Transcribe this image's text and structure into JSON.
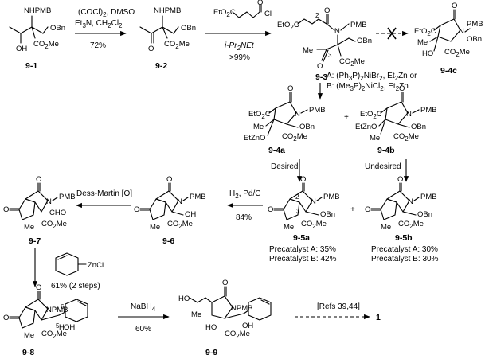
{
  "compounds": {
    "c9_1": "9-1",
    "c9_2": "9-2",
    "c9_3": "9-3",
    "c9_4c": "9-4c",
    "c9_4a": "9-4a",
    "c9_4b": "9-4b",
    "c9_5a": "9-5a",
    "c9_5b": "9-5b",
    "c9_6": "9-6",
    "c9_7": "9-7",
    "c9_8": "9-8",
    "c9_9": "9-9",
    "target": "1"
  },
  "conditions": {
    "swern_1": "(COCl)",
    "swern_1_sub": "2",
    "swern_1_tail": ", DMSO",
    "swern_2": "Et",
    "swern_2_sub": "3",
    "swern_2_tail": "N, CH",
    "swern_2_sub2": "2",
    "swern_2_tail2": "Cl",
    "swern_2_sub3": "2",
    "swern_yield": "72%",
    "acyl_reagent": "EtO",
    "acyl_base": "i-Pr",
    "acyl_base_sub": "2",
    "acyl_base_tail": "NEt",
    "acyl_yield": ">99%",
    "cat_A": "A:  (Ph",
    "cat_A_tail": "P)",
    "cat_A_tail2": "NiBr",
    "cat_A_tail3": ", Et",
    "cat_A_tail4": "Zn or",
    "cat_B": "B:  (Me",
    "cat_B_tail": "P)",
    "cat_B_tail2": "NiCl",
    "cat_B_tail3": ", Et",
    "cat_B_tail4": "Zn",
    "desired": "Desired",
    "undesired": "Undesired",
    "hydrogenation": "H",
    "hydrogenation_tail": ", Pd/C",
    "hydrogenation_yield": "84%",
    "dess_martin": "Dess-Martin [O]",
    "zn_reagent": "ZnCl",
    "grignard_yield": "61% (2 steps)",
    "reduction": "NaBH",
    "reduction_sub": "4",
    "reduction_yield": "60%",
    "refs": "[Refs 39,44]"
  },
  "precatalyst": {
    "a_A": "Precatalyst A:  35%",
    "a_B": "Precatalyst B:  42%",
    "b_A": "Precatalyst A:  30%",
    "b_B": "Precatalyst B:  30%"
  },
  "groups": {
    "NHPMB": "NHPMB",
    "OBn": "OBn",
    "OH": "OH",
    "CO2Me": "CO",
    "Me": "Me",
    "PMB": "PMB",
    "N": "N",
    "O": "O",
    "Cl": "Cl",
    "EtO2C": "EtO",
    "HO": "HO",
    "EtZnO": "EtZnO",
    "CHO": "CHO",
    "NPMB": "NPMB",
    "Ha": "H",
    "plus": "+"
  },
  "numbering": {
    "n2": "2",
    "n3": "3",
    "n5": "5",
    "n6": "6"
  }
}
